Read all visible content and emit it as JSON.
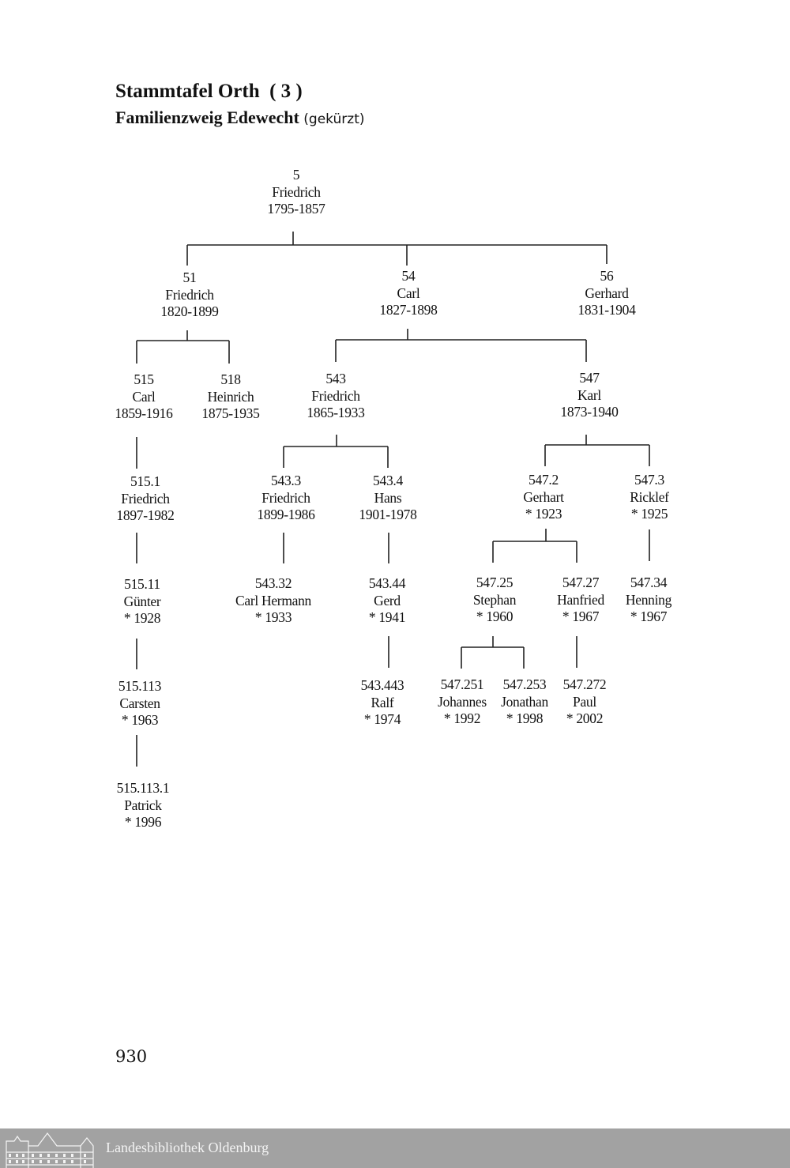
{
  "header": {
    "title": "Stammtafel Orth  ( 3 )",
    "subtitle": "Familienzweig  Edewecht",
    "subtitle_note": "(gekürzt)"
  },
  "tree": {
    "nodes": [
      {
        "id": "5",
        "name": "Friedrich",
        "dates": "1795-1857"
      },
      {
        "id": "51",
        "name": "Friedrich",
        "dates": "1820-1899"
      },
      {
        "id": "54",
        "name": "Carl",
        "dates": "1827-1898"
      },
      {
        "id": "56",
        "name": "Gerhard",
        "dates": "1831-1904"
      },
      {
        "id": "515",
        "name": "Carl",
        "dates": "1859-1916"
      },
      {
        "id": "518",
        "name": "Heinrich",
        "dates": "1875-1935"
      },
      {
        "id": "543",
        "name": "Friedrich",
        "dates": "1865-1933"
      },
      {
        "id": "547",
        "name": "Karl",
        "dates": "1873-1940"
      },
      {
        "id": "515.1",
        "name": "Friedrich",
        "dates": "1897-1982"
      },
      {
        "id": "543.3",
        "name": "Friedrich",
        "dates": "1899-1986"
      },
      {
        "id": "543.4",
        "name": "Hans",
        "dates": "1901-1978"
      },
      {
        "id": "547.2",
        "name": "Gerhart",
        "dates": "* 1923"
      },
      {
        "id": "547.3",
        "name": "Ricklef",
        "dates": "* 1925"
      },
      {
        "id": "515.11",
        "name": "Günter",
        "dates": "* 1928"
      },
      {
        "id": "543.32",
        "name": "Carl Hermann",
        "dates": "* 1933"
      },
      {
        "id": "543.44",
        "name": "Gerd",
        "dates": "* 1941"
      },
      {
        "id": "547.25",
        "name": "Stephan",
        "dates": "* 1960"
      },
      {
        "id": "547.27",
        "name": "Hanfried",
        "dates": "* 1967"
      },
      {
        "id": "547.34",
        "name": "Henning",
        "dates": "* 1967"
      },
      {
        "id": "515.113",
        "name": "Carsten",
        "dates": "* 1963"
      },
      {
        "id": "543.443",
        "name": "Ralf",
        "dates": "* 1974"
      },
      {
        "id": "547.251",
        "name": "Johannes",
        "dates": "* 1992"
      },
      {
        "id": "547.253",
        "name": "Jonathan",
        "dates": "* 1998"
      },
      {
        "id": "547.272",
        "name": "Paul",
        "dates": "* 2002"
      },
      {
        "id": "515.113.1",
        "name": "Patrick",
        "dates": "* 1996"
      }
    ]
  },
  "page_number": "930",
  "footer": {
    "library": "Landesbibliothek Oldenburg"
  }
}
